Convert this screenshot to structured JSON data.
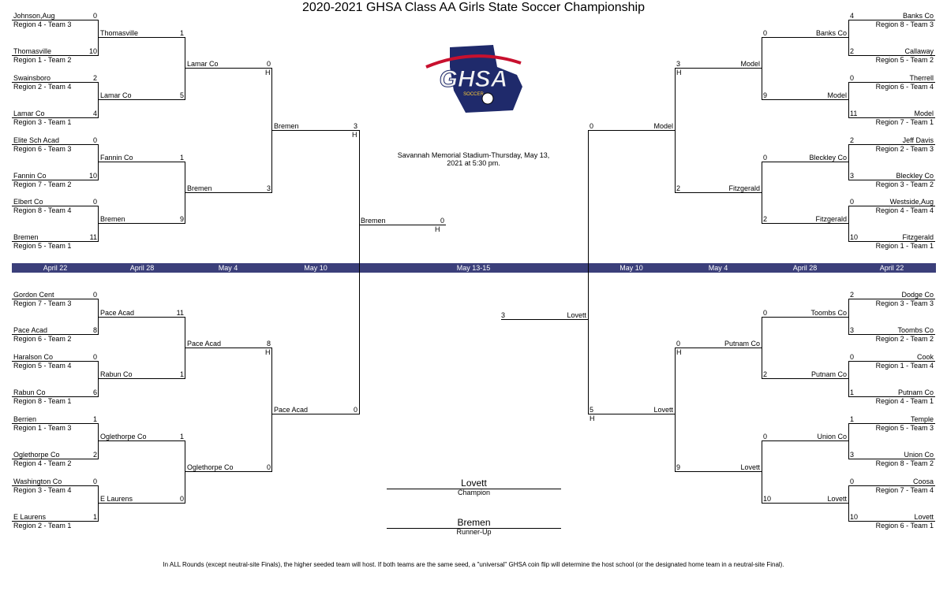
{
  "title": "2020-2021 GHSA Class AA Girls State Soccer Championship",
  "venue": "Savannah Memorial Stadium-Thursday, May 13, 2021 at 5:30 pm.",
  "logo": {
    "text": "GHSA",
    "subtext": "SOCCER"
  },
  "footnote": "In ALL Rounds (except neutral-site Finals), the higher seeded team will host. If both teams are the same seed, a \"universal\" GHSA coin flip will determine the host school (or the designated home team in a neutral-site Final).",
  "champion": {
    "name": "Lovett",
    "label": "Champion"
  },
  "runner_up": {
    "name": "Bremen",
    "label": "Runner-Up"
  },
  "round_labels": [
    "April 22",
    "April 28",
    "May 4",
    "May 10",
    "May 13-15",
    "May 10",
    "May 4",
    "April 28",
    "April 22"
  ],
  "host_mark": "H",
  "left_r1": [
    {
      "team": "Johnson,Aug",
      "seed": "Region 4 - Team 3",
      "score": "0"
    },
    {
      "team": "Thomasville",
      "seed": "Region 1 - Team 2",
      "score": "10"
    },
    {
      "team": "Swainsboro",
      "seed": "Region 2 - Team 4",
      "score": "2"
    },
    {
      "team": "Lamar Co",
      "seed": "Region 3 - Team 1",
      "score": "4"
    },
    {
      "team": "Elite Sch Acad",
      "seed": "Region 6 - Team 3",
      "score": "0"
    },
    {
      "team": "Fannin Co",
      "seed": "Region 7 - Team 2",
      "score": "10"
    },
    {
      "team": "Elbert Co",
      "seed": "Region 8 - Team 4",
      "score": "0"
    },
    {
      "team": "Bremen",
      "seed": "Region 5 - Team 1",
      "score": "11"
    },
    {
      "team": "Gordon Cent",
      "seed": "Region 7 - Team 3",
      "score": "0"
    },
    {
      "team": "Pace Acad",
      "seed": "Region 6 - Team 2",
      "score": "8"
    },
    {
      "team": "Haralson Co",
      "seed": "Region 5 - Team 4",
      "score": "0"
    },
    {
      "team": "Rabun Co",
      "seed": "Region 8 - Team 1",
      "score": "6"
    },
    {
      "team": "Berrien",
      "seed": "Region 1 - Team 3",
      "score": "1"
    },
    {
      "team": "Oglethorpe Co",
      "seed": "Region 4 - Team 2",
      "score": "2"
    },
    {
      "team": "Washington Co",
      "seed": "Region 3 - Team 4",
      "score": "0"
    },
    {
      "team": "E Laurens",
      "seed": "Region 2 - Team 1",
      "score": "1"
    }
  ],
  "left_r2": [
    {
      "team": "Thomasville",
      "score": "1"
    },
    {
      "team": "Lamar Co",
      "score": "5"
    },
    {
      "team": "Fannin Co",
      "score": "1"
    },
    {
      "team": "Bremen",
      "score": "9"
    },
    {
      "team": "Pace Acad",
      "score": "11"
    },
    {
      "team": "Rabun Co",
      "score": "1"
    },
    {
      "team": "Oglethorpe Co",
      "score": "1"
    },
    {
      "team": "E Laurens",
      "score": "0"
    }
  ],
  "left_r3": [
    {
      "team": "Lamar Co",
      "score": "0",
      "host": true
    },
    {
      "team": "Bremen",
      "score": "3",
      "host": false
    },
    {
      "team": "Pace Acad",
      "score": "8",
      "host": true
    },
    {
      "team": "Oglethorpe Co",
      "score": "0",
      "host": false
    }
  ],
  "left_r4": [
    {
      "team": "Bremen",
      "score": "3",
      "host": true
    },
    {
      "team": "Pace Acad",
      "score": "0",
      "host": false
    }
  ],
  "left_final": {
    "team": "Bremen",
    "score": "0",
    "host": true
  },
  "right_r1": [
    {
      "team": "Banks Co",
      "seed": "Region 8 - Team 3",
      "score": "4"
    },
    {
      "team": "Callaway",
      "seed": "Region 5 - Team 2",
      "score": "2"
    },
    {
      "team": "Therrell",
      "seed": "Region  6 - Team 4",
      "score": "0"
    },
    {
      "team": "Model",
      "seed": "Region 7 - Team 1",
      "score": "11"
    },
    {
      "team": "Jeff Davis",
      "seed": "Region 2 - Team 3",
      "score": "2"
    },
    {
      "team": "Bleckley Co",
      "seed": "Region 3 - Team 2",
      "score": "3"
    },
    {
      "team": "Westside,Aug",
      "seed": "Region 4 - Team 4",
      "score": "0"
    },
    {
      "team": "Fitzgerald",
      "seed": "Region 1 - Team 1",
      "score": "10"
    },
    {
      "team": "Dodge Co",
      "seed": "Region 3 - Team 3",
      "score": "2"
    },
    {
      "team": "Toombs Co",
      "seed": "Region 2 - Team 2",
      "score": "3"
    },
    {
      "team": "Cook",
      "seed": "Region 1 - Team 4",
      "score": "0"
    },
    {
      "team": "Putnam Co",
      "seed": "Region 4 - Team 1",
      "score": "1"
    },
    {
      "team": "Temple",
      "seed": "Region 5 - Team 3",
      "score": "1"
    },
    {
      "team": "Union Co",
      "seed": "Region 8 - Team 2",
      "score": "3"
    },
    {
      "team": "Coosa",
      "seed": "Region 7 - Team 4",
      "score": "0"
    },
    {
      "team": "Lovett",
      "seed": "Region 6 - Team 1",
      "score": "10"
    }
  ],
  "right_r2": [
    {
      "team": "Banks Co",
      "score": "0"
    },
    {
      "team": "Model",
      "score": "9"
    },
    {
      "team": "Bleckley Co",
      "score": "0"
    },
    {
      "team": "Fitzgerald",
      "score": "2"
    },
    {
      "team": "Toombs Co",
      "score": "0"
    },
    {
      "team": "Putnam Co",
      "score": "2"
    },
    {
      "team": "Union Co",
      "score": "0"
    },
    {
      "team": "Lovett",
      "score": "10"
    }
  ],
  "right_r3": [
    {
      "team": "Model",
      "score": "3",
      "host": true
    },
    {
      "team": "Fitzgerald",
      "score": "2",
      "host": false
    },
    {
      "team": "Putnam Co",
      "score": "0",
      "host": true
    },
    {
      "team": "Lovett",
      "score": "9",
      "host": false
    }
  ],
  "right_r4": [
    {
      "team": "Model",
      "score": "0",
      "host": false
    },
    {
      "team": "Lovett",
      "score": "5",
      "host": true
    }
  ],
  "right_final": {
    "team": "Lovett",
    "score": "3",
    "host": false
  }
}
